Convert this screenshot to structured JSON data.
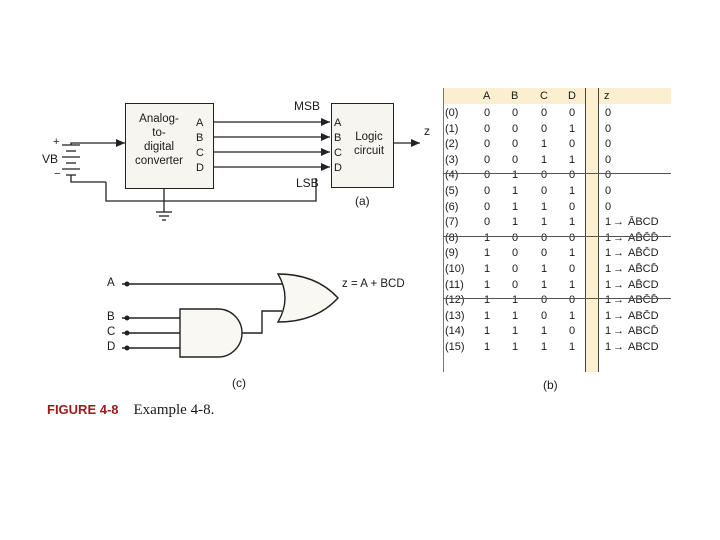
{
  "diagram_a": {
    "label": "(a)",
    "vb_label": "VB",
    "battery_plus": "+",
    "battery_minus": "−",
    "adc_lines": [
      "Analog-",
      "to-",
      "digital",
      "converter"
    ],
    "adc_outputs": [
      "A",
      "B",
      "C",
      "D"
    ],
    "msb": "MSB",
    "lsb": "LSB",
    "logic_inputs": [
      "A",
      "B",
      "C",
      "D"
    ],
    "logic_lines": [
      "Logic",
      "circuit"
    ],
    "output": "z"
  },
  "truth_table": {
    "label": "(b)",
    "headers": [
      "A",
      "B",
      "C",
      "D",
      "z"
    ],
    "rows": [
      {
        "n": "(0)",
        "a": "0",
        "b": "0",
        "c": "0",
        "d": "0",
        "z": "0",
        "term": ""
      },
      {
        "n": "(1)",
        "a": "0",
        "b": "0",
        "c": "0",
        "d": "1",
        "z": "0",
        "term": ""
      },
      {
        "n": "(2)",
        "a": "0",
        "b": "0",
        "c": "1",
        "d": "0",
        "z": "0",
        "term": ""
      },
      {
        "n": "(3)",
        "a": "0",
        "b": "0",
        "c": "1",
        "d": "1",
        "z": "0",
        "term": ""
      },
      {
        "n": "(4)",
        "a": "0",
        "b": "1",
        "c": "0",
        "d": "0",
        "z": "0",
        "term": ""
      },
      {
        "n": "(5)",
        "a": "0",
        "b": "1",
        "c": "0",
        "d": "1",
        "z": "0",
        "term": ""
      },
      {
        "n": "(6)",
        "a": "0",
        "b": "1",
        "c": "1",
        "d": "0",
        "z": "0",
        "term": ""
      },
      {
        "n": "(7)",
        "a": "0",
        "b": "1",
        "c": "1",
        "d": "1",
        "z": "1",
        "term": "ĀBCD"
      },
      {
        "n": "(8)",
        "a": "1",
        "b": "0",
        "c": "0",
        "d": "0",
        "z": "1",
        "term": "AB̄C̄D̄"
      },
      {
        "n": "(9)",
        "a": "1",
        "b": "0",
        "c": "0",
        "d": "1",
        "z": "1",
        "term": "AB̄C̄D"
      },
      {
        "n": "(10)",
        "a": "1",
        "b": "0",
        "c": "1",
        "d": "0",
        "z": "1",
        "term": "AB̄CD̄"
      },
      {
        "n": "(11)",
        "a": "1",
        "b": "0",
        "c": "1",
        "d": "1",
        "z": "1",
        "term": "AB̄CD"
      },
      {
        "n": "(12)",
        "a": "1",
        "b": "1",
        "c": "0",
        "d": "0",
        "z": "1",
        "term": "ABC̄D̄"
      },
      {
        "n": "(13)",
        "a": "1",
        "b": "1",
        "c": "0",
        "d": "1",
        "z": "1",
        "term": "ABC̄D"
      },
      {
        "n": "(14)",
        "a": "1",
        "b": "1",
        "c": "1",
        "d": "0",
        "z": "1",
        "term": "ABCD̄"
      },
      {
        "n": "(15)",
        "a": "1",
        "b": "1",
        "c": "1",
        "d": "1",
        "z": "1",
        "term": "ABCD"
      }
    ],
    "arrow": "→"
  },
  "diagram_c": {
    "label": "(c)",
    "inputs": [
      "A",
      "B",
      "C",
      "D"
    ],
    "expression": "z = A + BCD"
  },
  "caption": {
    "figure": "FIGURE 4-8",
    "text": "Example 4-8."
  }
}
